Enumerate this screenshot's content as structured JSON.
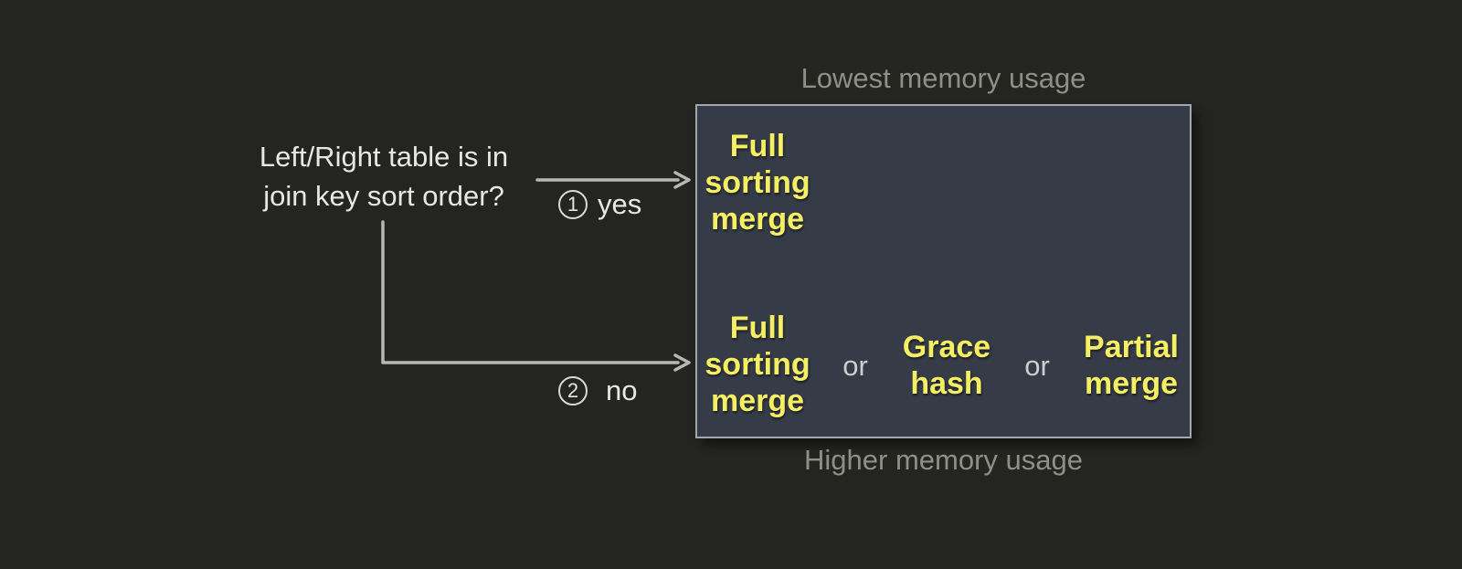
{
  "question": {
    "lines": [
      "Left/Right table is in",
      "join key sort order?"
    ]
  },
  "branches": {
    "yes": {
      "number": "1",
      "label": "yes"
    },
    "no": {
      "number": "2",
      "label": "no"
    }
  },
  "memory_scale": {
    "top_label": "Lowest memory usage",
    "bottom_label": "Higher memory usage"
  },
  "algorithm_box": {
    "sorted_row": {
      "algorithm": {
        "lines": [
          "Full",
          "sorting",
          "merge"
        ]
      }
    },
    "unsorted_row": {
      "separator": "or",
      "algorithms": [
        {
          "lines": [
            "Full",
            "sorting",
            "merge"
          ]
        },
        {
          "lines": [
            "Grace",
            "hash"
          ]
        },
        {
          "lines": [
            "Partial",
            "merge"
          ]
        }
      ]
    }
  },
  "colors": {
    "background": "#242520",
    "box_fill": "#353b47",
    "box_border": "#a3a7ad",
    "algorithm_text": "#f6ef64",
    "primary_text": "#e7e7e5",
    "muted_text": "#8e8f89",
    "separator_text": "#cdcdcb",
    "connector": "#b7b7b4"
  }
}
